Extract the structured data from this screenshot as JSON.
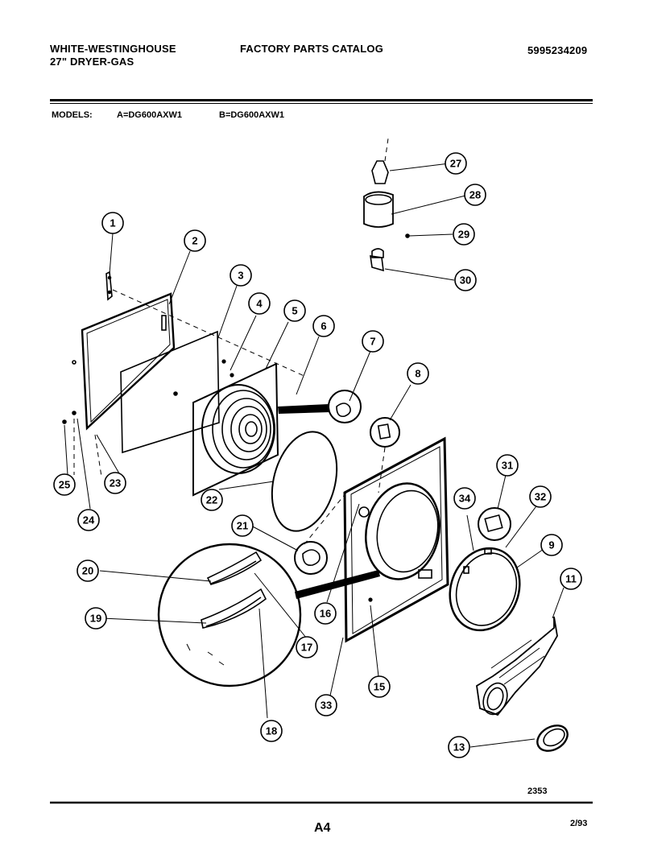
{
  "header": {
    "brand": "WHITE-WESTINGHOUSE",
    "product": "27\" DRYER-GAS",
    "catalog_title": "FACTORY PARTS CATALOG",
    "catalog_number": "5995234209"
  },
  "models": {
    "label": "MODELS:",
    "model_a": "A=DG600AXW1",
    "model_b": "B=DG600AXW1"
  },
  "callouts": [
    "1",
    "2",
    "3",
    "4",
    "5",
    "6",
    "7",
    "8",
    "9",
    "11",
    "13",
    "15",
    "16",
    "17",
    "18",
    "19",
    "20",
    "21",
    "22",
    "23",
    "24",
    "25",
    "27",
    "28",
    "29",
    "30",
    "31",
    "32",
    "33",
    "34"
  ],
  "footer": {
    "drawing_number": "2353",
    "page": "A4",
    "date": "2/93"
  }
}
